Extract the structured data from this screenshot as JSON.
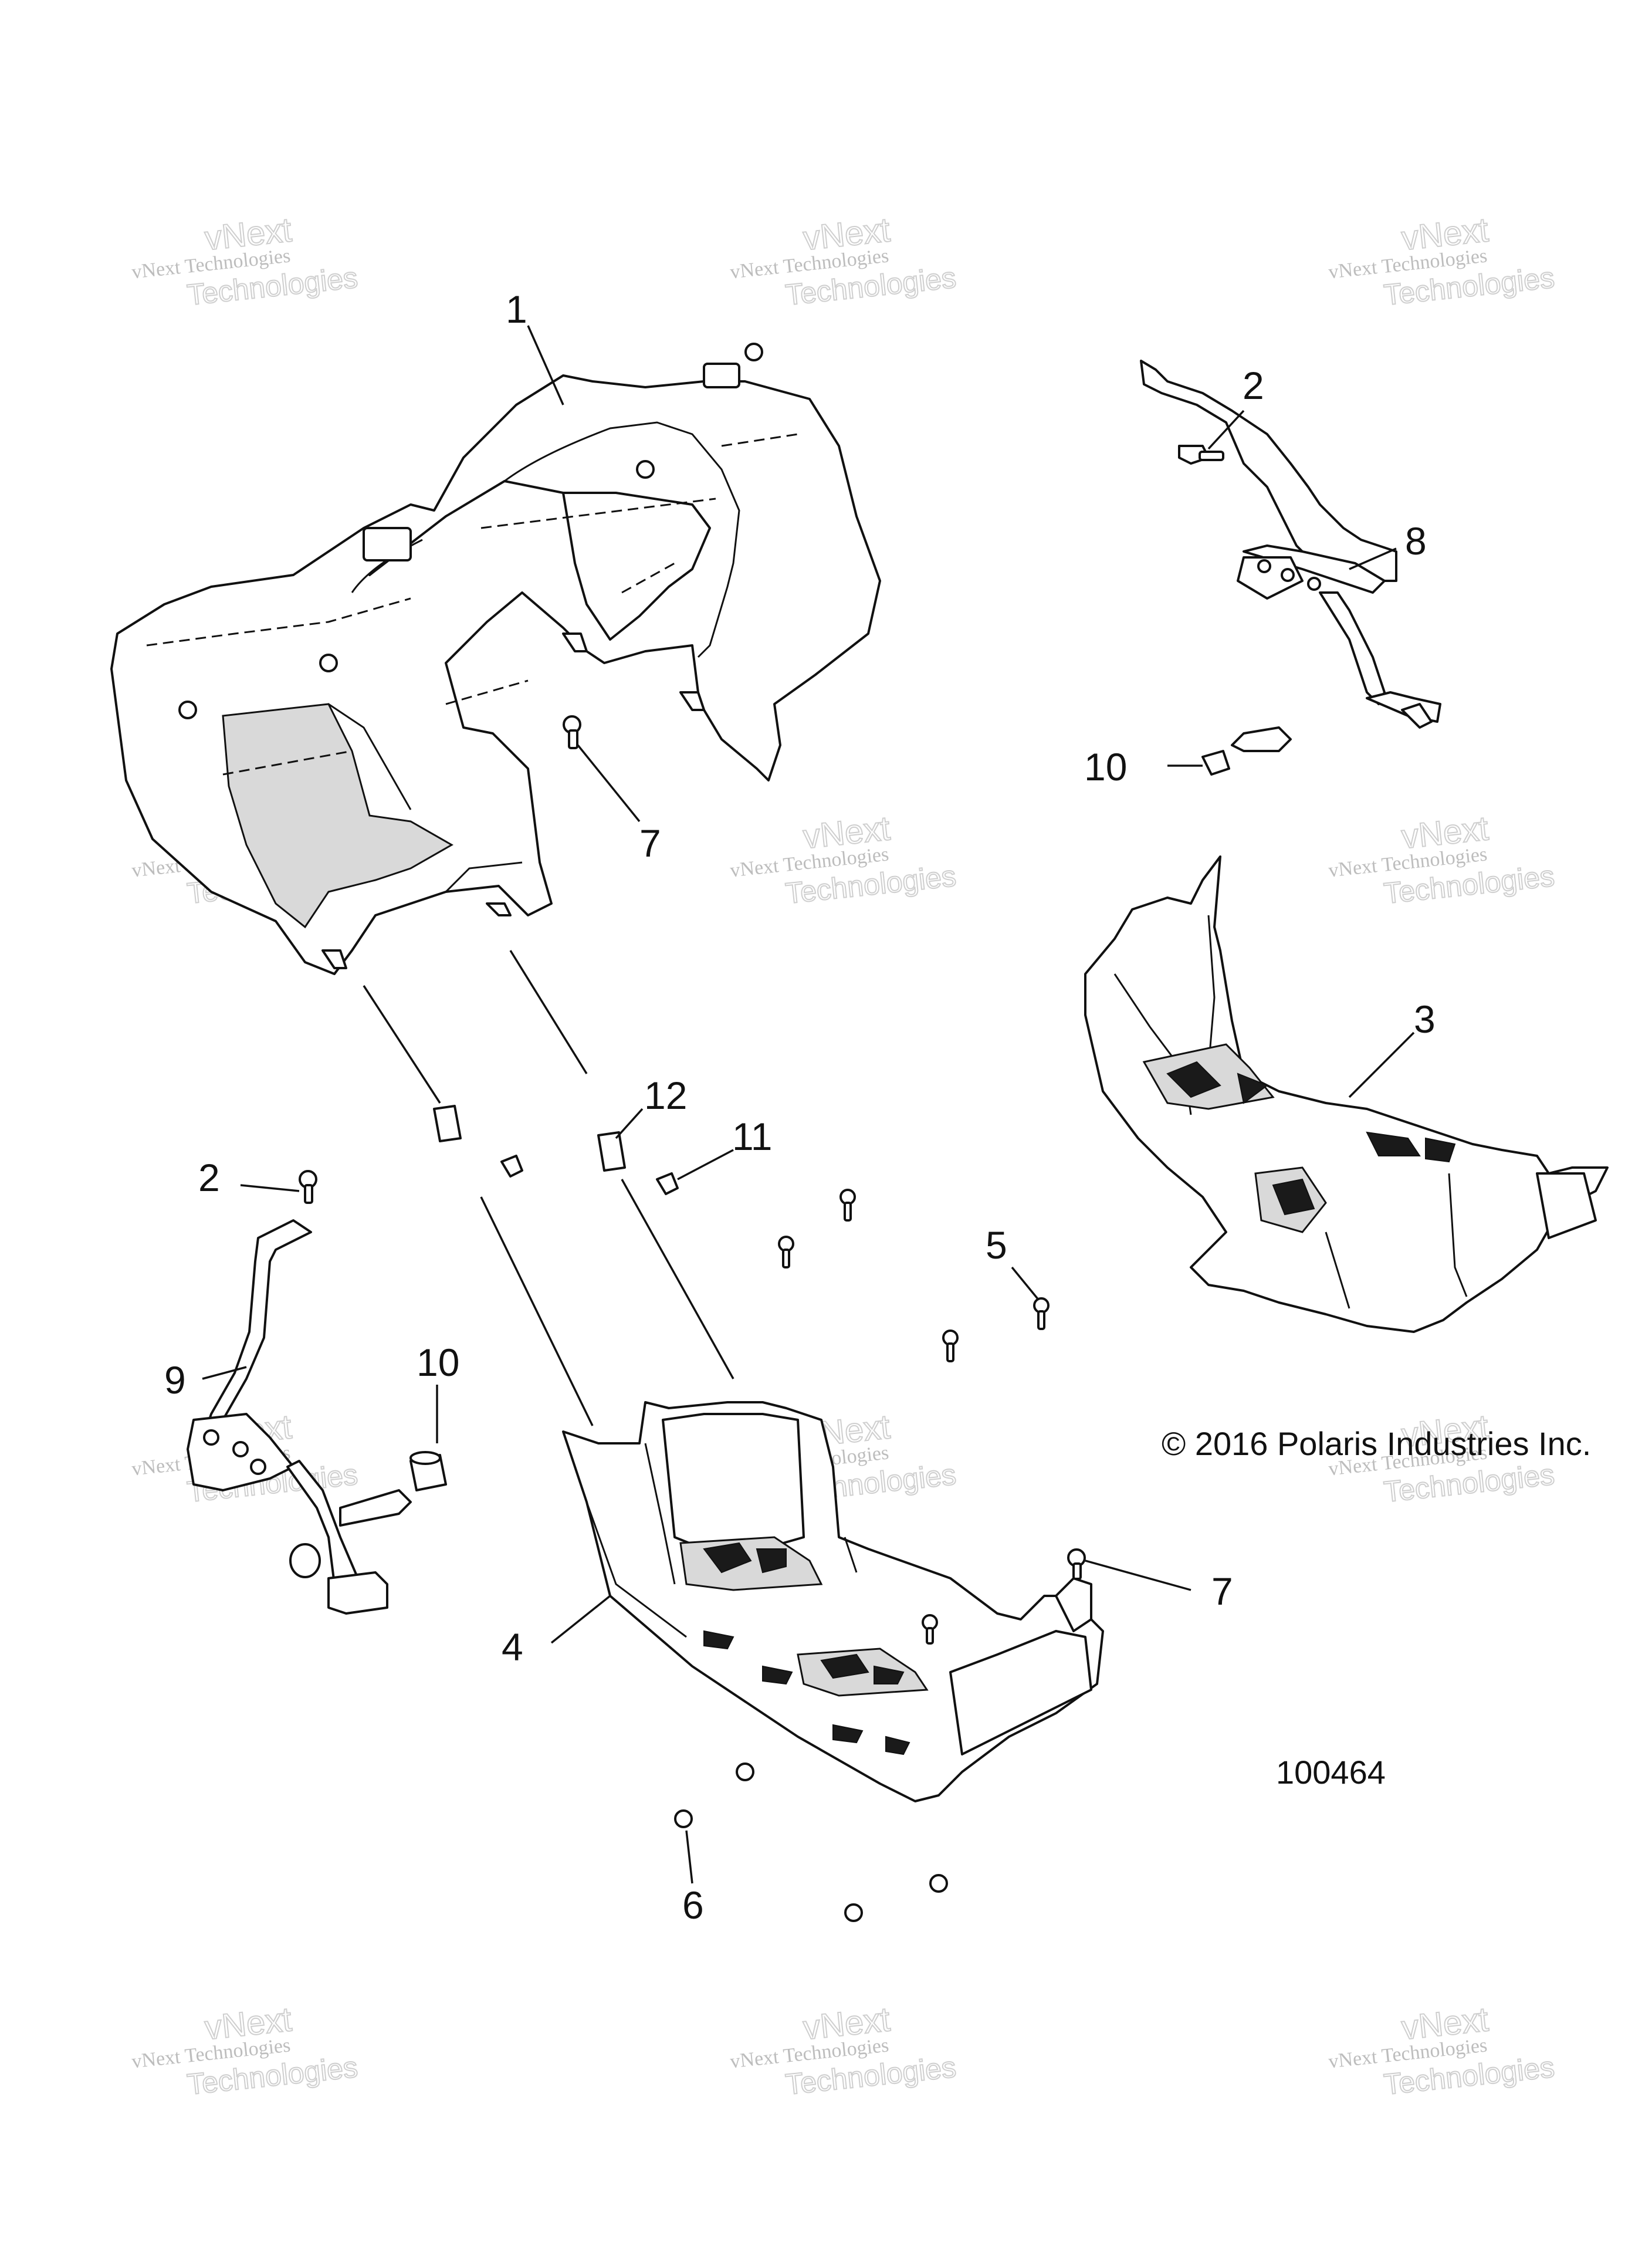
{
  "callouts": [
    "1",
    "2",
    "8",
    "10",
    "7",
    "3",
    "12",
    "11",
    "2",
    "5",
    "9",
    "10",
    "7",
    "4",
    "6"
  ],
  "copyright": "© 2016 Polaris Industries Inc.",
  "diagram_number": "100464",
  "watermark": {
    "line_a": "vNext Technologies",
    "line_b": "vNext",
    "line_c": "Technologies"
  }
}
